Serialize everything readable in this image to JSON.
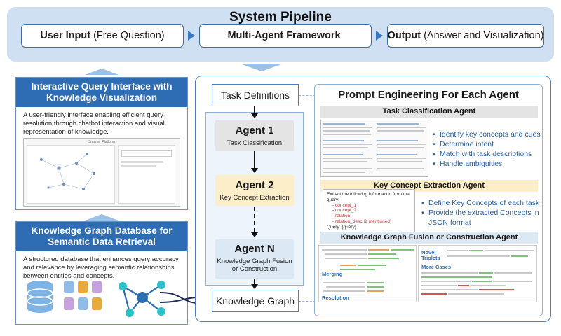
{
  "pipeline": {
    "title": "System Pipeline",
    "user_input_bold": "User Input",
    "user_input_rest": "(Free Question)",
    "framework": "Multi-Agent Framework",
    "output_bold": "Output",
    "output_rest": "(Answer and Visualization)"
  },
  "interface": {
    "title": "Interactive Query Interface with Knowledge Visualization",
    "desc": "A user-friendly interface enabling efficient query resolution through chatbot interaction and visual representation of knowledge.",
    "mock_title": "Smarter Platform"
  },
  "kgdb": {
    "title": "Knowledge Graph Database for Semantic Data Retrieval",
    "desc": "A structured database that enhances query accuracy and relevance by leveraging semantic relationships between entities and concepts."
  },
  "flow": {
    "task_definitions": "Task Definitions",
    "agent1": {
      "name": "Agent 1",
      "role": "Task Classification",
      "color": "#e4e4e4"
    },
    "agent2": {
      "name": "Agent 2",
      "role": "Key Concept Extraction",
      "color": "#fbeec9"
    },
    "agentn": {
      "name": "Agent N",
      "role": "Knowledge Graph Fusion or Construction",
      "color": "#dde8f5"
    },
    "knowledge_graph": "Knowledge Graph"
  },
  "prompt": {
    "title": "Prompt Engineering For Each Agent",
    "task_agent": {
      "title": "Task Classification Agent",
      "bullets": [
        "Identify key concepts and cues",
        "Determine intent",
        "Match with task descriptions",
        "Handle ambiguities"
      ]
    },
    "concept_agent": {
      "title": "Key Concept Extraction Agent",
      "extract_intro": "Extract the following information from the query:",
      "fields": [
        "- concept_1",
        "- concept_2",
        "- relation",
        "- relation_desc (if mentioned)"
      ],
      "query": "Query: {query}",
      "bullets": [
        "Define Key Concepts of each task",
        "Provide the extracted Concepts in JSON format"
      ]
    },
    "fusion_agent": {
      "title": "Knowledge Graph Fusion or Construction Agent",
      "merging": "Merging",
      "resolution": "Resolution",
      "novel_triplets": "Novel Triplets",
      "more_cases": "More Cases"
    }
  }
}
